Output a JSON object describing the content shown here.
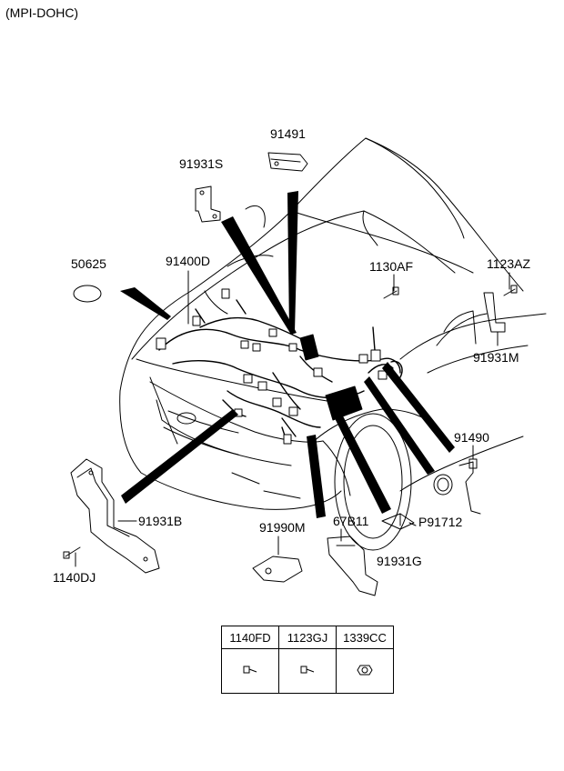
{
  "header": {
    "variant": "(MPI-DOHC)"
  },
  "parts": {
    "p91491": "91491",
    "p91931S": "91931S",
    "p50625": "50625",
    "p91400D": "91400D",
    "p1130AF": "1130AF",
    "p1123AZ": "1123AZ",
    "p91931M": "91931M",
    "p91490": "91490",
    "p91931B": "91931B",
    "p1140DJ": "1140DJ",
    "p91990M": "91990M",
    "p67B11": "67B11",
    "pP91712": "P91712",
    "p91931G": "91931G"
  },
  "legend": {
    "headers": [
      "1140FD",
      "1123GJ",
      "1339CC"
    ],
    "icons": [
      "bolt-icon",
      "bolt-icon",
      "nut-icon"
    ]
  },
  "colors": {
    "line": "#000000",
    "background": "#ffffff"
  }
}
